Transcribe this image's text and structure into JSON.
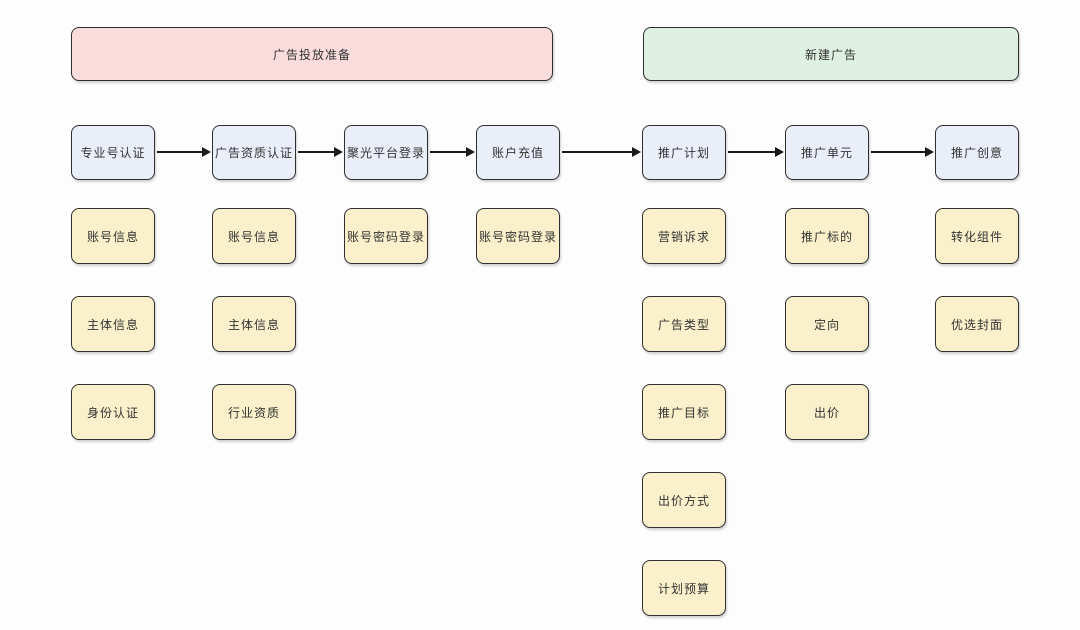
{
  "colors": {
    "bg": "#fdfdfd",
    "header-pink": "#fadcdd",
    "header-green": "#def0e2",
    "flow-blue": "#e9eef9",
    "item-yellow": "#faf0cb",
    "border": "#2f2f2f",
    "text": "#333333",
    "arrow": "#1a1a1a"
  },
  "headers": [
    {
      "label": "广告投放准备"
    },
    {
      "label": "新建广告"
    }
  ],
  "columns": [
    {
      "flow": "专业号认证",
      "items": [
        "账号信息",
        "主体信息",
        "身份认证"
      ]
    },
    {
      "flow": "广告资质认证",
      "items": [
        "账号信息",
        "主体信息",
        "行业资质"
      ]
    },
    {
      "flow": "聚光平台登录",
      "items": [
        "账号密码登录"
      ]
    },
    {
      "flow": "账户充值",
      "items": [
        "账号密码登录"
      ]
    },
    {
      "flow": "推广计划",
      "items": [
        "营销诉求",
        "广告类型",
        "推广目标",
        "出价方式",
        "计划预算"
      ]
    },
    {
      "flow": "推广单元",
      "items": [
        "推广标的",
        "定向",
        "出价"
      ]
    },
    {
      "flow": "推广创意",
      "items": [
        "转化组件",
        "优选封面"
      ]
    }
  ]
}
